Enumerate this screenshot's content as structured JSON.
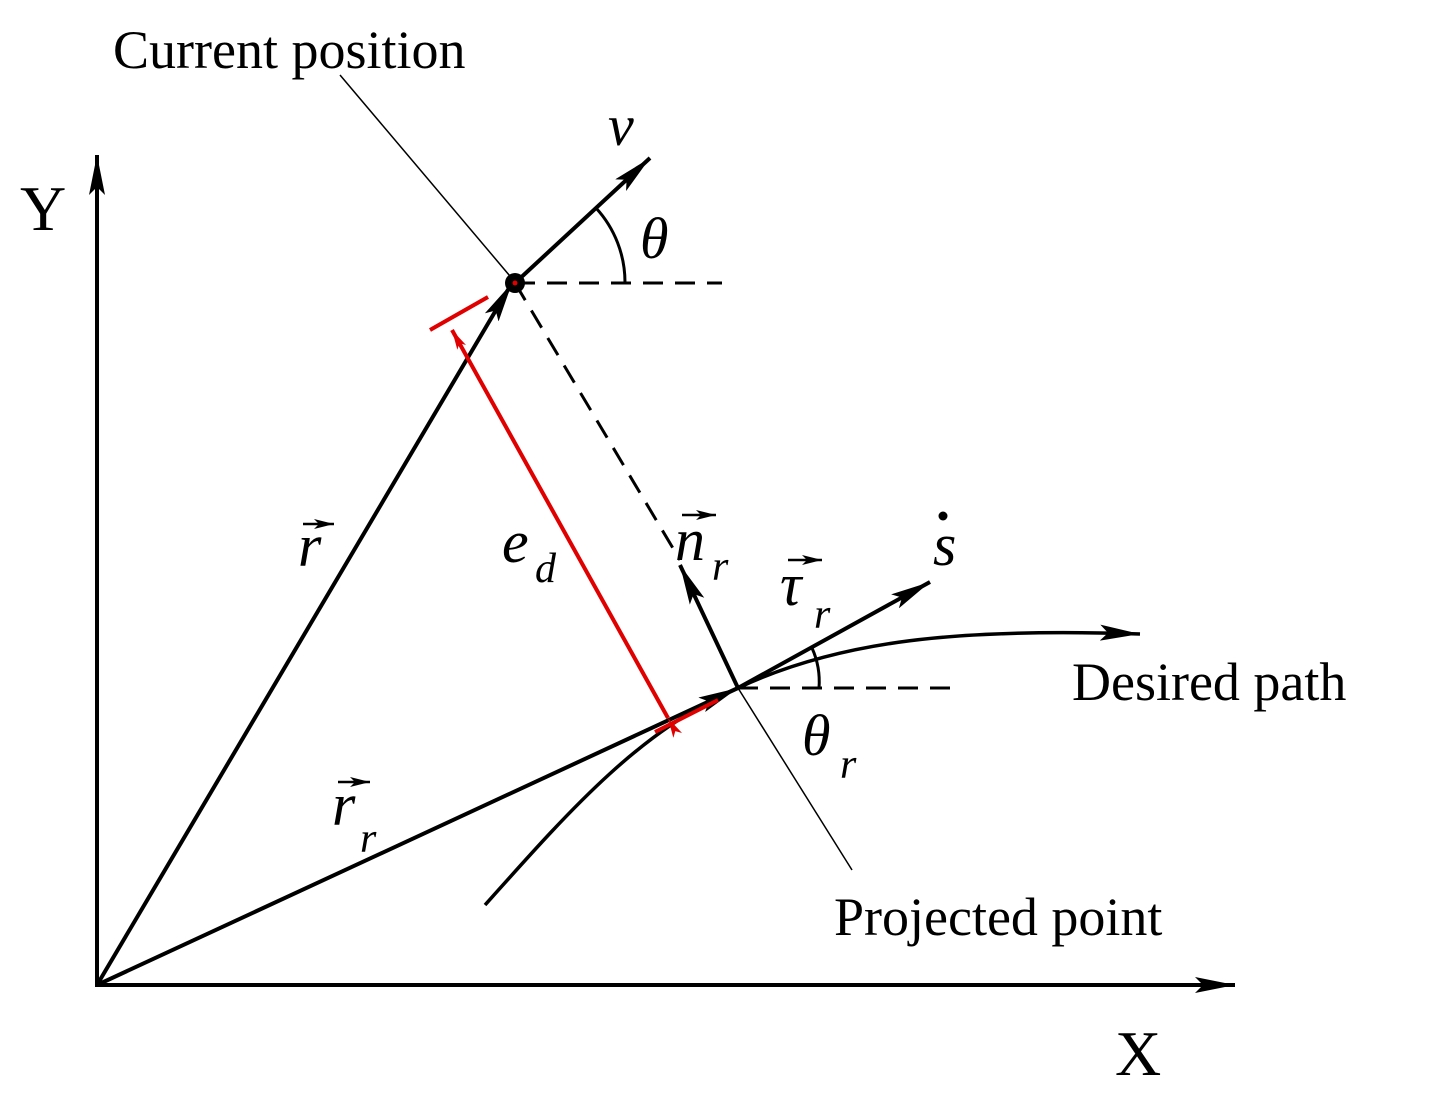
{
  "labels": {
    "current_position": "Current position",
    "desired_path": "Desired path",
    "projected_point": "Projected point",
    "axis_x": "X",
    "axis_y": "Y",
    "velocity": "v",
    "heading_angle": "θ",
    "position_vector": "r",
    "reference_position_vector": "r",
    "reference_subscript": "r",
    "error_main": "e",
    "error_subscript": "d",
    "normal_main": "n",
    "normal_subscript": "r",
    "tangent_main": "τ",
    "tangent_subscript": "r",
    "path_speed": "s",
    "reference_angle_main": "θ",
    "reference_angle_subscript": "r"
  },
  "colors": {
    "ink": "#000000",
    "error": "#e00000"
  }
}
